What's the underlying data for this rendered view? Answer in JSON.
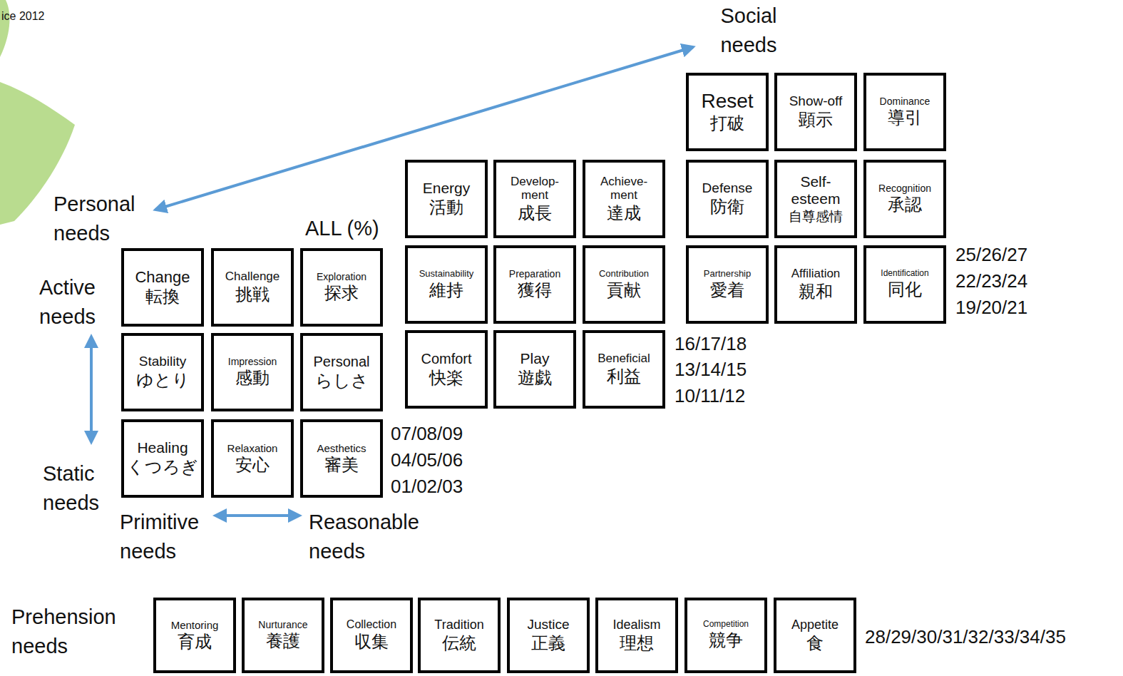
{
  "diagram": {
    "nodes": [
      {
        "text": [
          "Reset",
          "打破"
        ]
      },
      {
        "text": [
          "Show-off",
          "顕示"
        ]
      },
      {
        "text": [
          "Dominance",
          "導引"
        ]
      },
      {
        "text": [
          "Energy",
          "活動"
        ]
      },
      {
        "text": [
          "Develop- ment",
          "成長"
        ]
      },
      {
        "text": [
          "Achieve- ment",
          "達成"
        ]
      },
      {
        "text": [
          "Defense",
          "防衛"
        ]
      },
      {
        "text": [
          "Self- esteem",
          "自尊感情"
        ]
      },
      {
        "text": [
          "Recognition",
          "承認"
        ]
      },
      {
        "text": [
          "Sustainability",
          "維持"
        ]
      },
      {
        "text": [
          "Preparation",
          "獲得"
        ]
      },
      {
        "text": [
          "Contribution",
          "貢献"
        ]
      },
      {
        "text": [
          "Partnership",
          "愛着"
        ]
      },
      {
        "text": [
          "Affiliation",
          "親和"
        ]
      },
      {
        "text": [
          "Identification",
          "同化"
        ]
      },
      {
        "text": [
          "Change",
          "転換"
        ]
      },
      {
        "text": [
          "Challenge",
          "挑戦"
        ]
      },
      {
        "text": [
          "Exploration",
          "探求"
        ]
      },
      {
        "text": [
          "Comfort",
          "快楽"
        ]
      },
      {
        "text": [
          "Play",
          "遊戯"
        ]
      },
      {
        "text": [
          "Beneficial",
          "利益"
        ]
      },
      {
        "text": [
          "Stability",
          "ゆとり"
        ]
      },
      {
        "text": [
          "Impression",
          "感動"
        ]
      },
      {
        "text": [
          "Personal",
          "らしさ"
        ]
      },
      {
        "text": [
          "Healing",
          "くつろぎ"
        ]
      },
      {
        "text": [
          "Relaxation",
          "安心"
        ]
      },
      {
        "text": [
          "Aesthetics",
          "審美"
        ]
      },
      {
        "text": [
          "Mentoring",
          "育成"
        ]
      },
      {
        "text": [
          "Nurturance",
          "養護"
        ]
      },
      {
        "text": [
          "Collection",
          "収集"
        ]
      },
      {
        "text": [
          "Tradition",
          "伝統"
        ]
      },
      {
        "text": [
          "Justice",
          "正義"
        ]
      },
      {
        "text": [
          "Idealism",
          "理想"
        ]
      },
      {
        "text": [
          "Competition",
          "競争"
        ]
      },
      {
        "text": [
          "Appetite",
          "食"
        ]
      }
    ],
    "labels": [
      "ice 2012",
      "Social needs",
      "Personal needs",
      "ALL (%)",
      "Active needs",
      "Static needs",
      "Primitive needs",
      "Reasonable needs",
      "Prehension needs",
      "25/26/27",
      "22/23/24",
      "19/20/21",
      "16/17/18",
      "13/14/15",
      "10/11/12",
      "07/08/09",
      "04/05/06",
      "01/02/03",
      "28/29/30/31/32/33/34/35"
    ]
  }
}
